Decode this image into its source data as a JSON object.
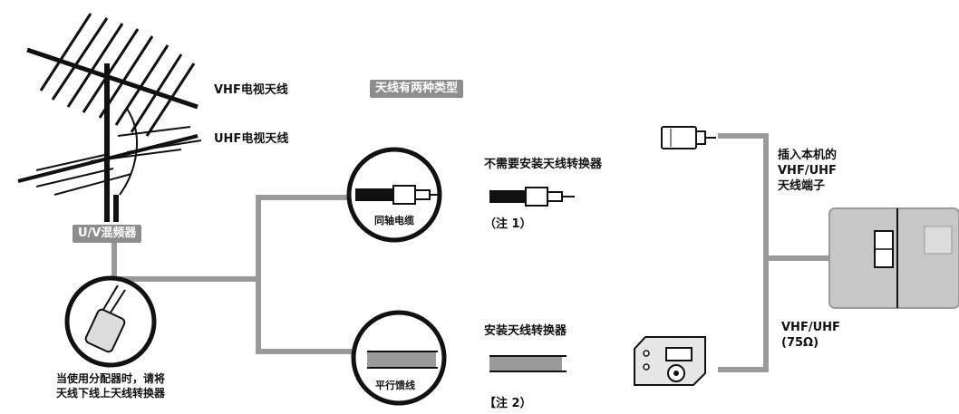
{
  "labels": {
    "vhf_antenna": "VHF电视天线",
    "uhf_antenna": "UHF电视天线",
    "antenna_types_title": "天线有两种类型",
    "uv_mixer": "U/V混频器",
    "mixer_note_line1": "当使用分配器时，请将",
    "mixer_note_line2": "天线下线上天线转换器",
    "coax_cable": "同轴电缆",
    "no_converter_needed": "不需要安装天线转换器",
    "note1": "（注 1）",
    "parallel_cable": "平行馈线",
    "install_converter": "安装天线转换器",
    "note2": "【注 2）",
    "connect_line1": "插入本机的",
    "connect_line2": "VHF/UHF",
    "connect_line3": "天线端子",
    "impedance_line1": "VHF/UHF",
    "impedance_line2": "(75Ω)"
  },
  "colors": {
    "line": "#9a9a9a",
    "badge": "#8d8d8d",
    "device": "#c7c7c7",
    "ink": "#111111"
  }
}
